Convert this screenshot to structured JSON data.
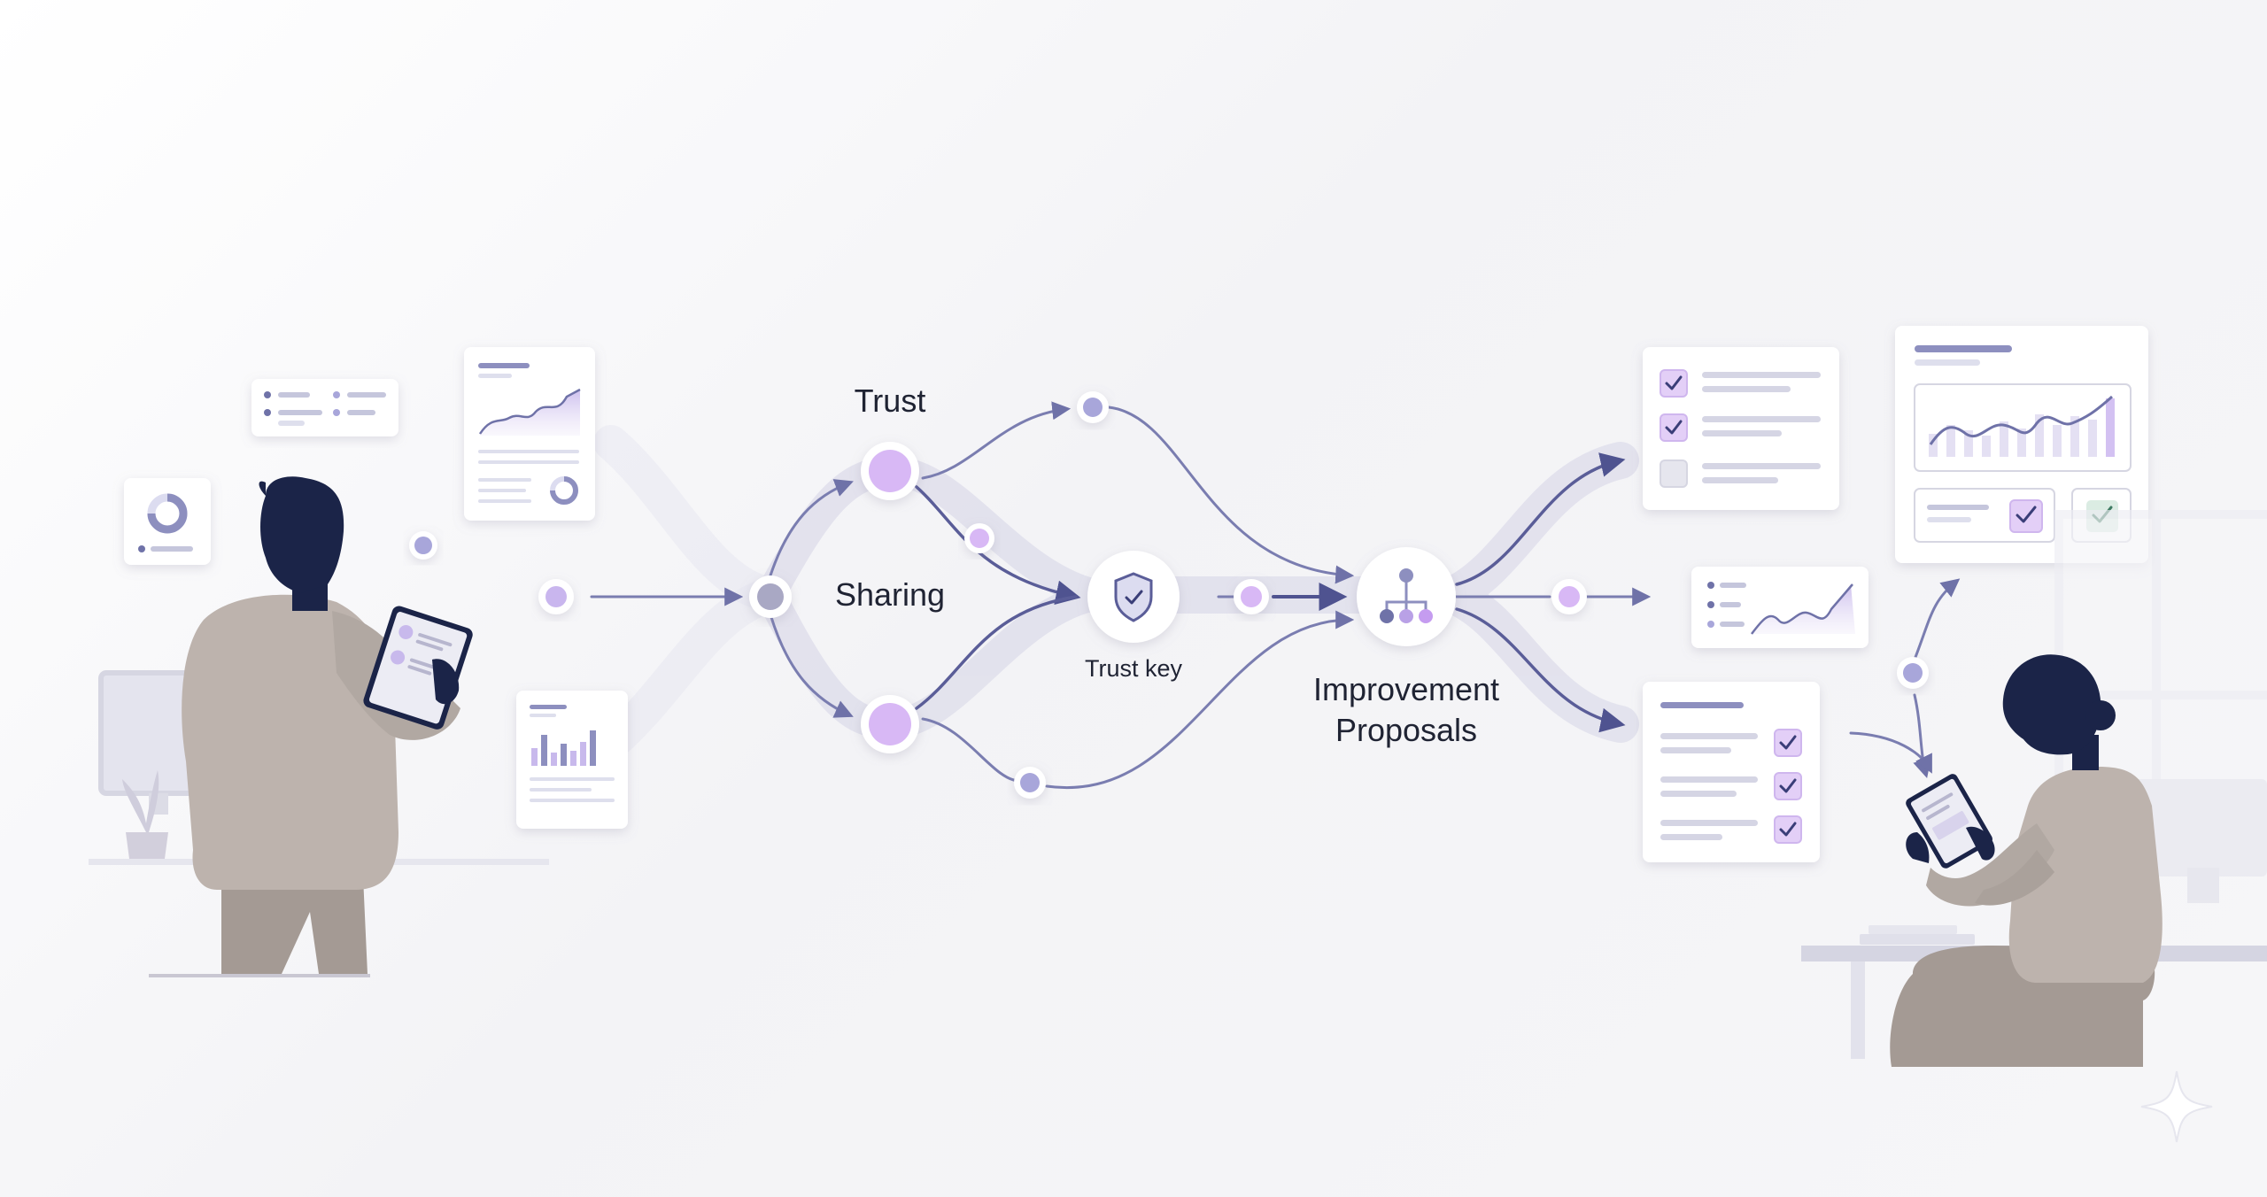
{
  "diagram": {
    "labels": {
      "trust": "Trust",
      "sharing": "Sharing",
      "trust_key": "Trust key",
      "improvement": "Improvement",
      "proposals": "Proposals"
    },
    "colors": {
      "ink": "#1f2333",
      "navy": "#1b2448",
      "flow_line": "#6f72a8",
      "flow_band": "#d9d8ea",
      "node_fill": "#d8b8f5",
      "node_ring": "#ffffff",
      "check_fill": "#e3cff7",
      "check_stroke": "#5a4e8e",
      "check_green": "#dbece3",
      "sweater": "#bdb3ad",
      "pants": "#a39891"
    }
  }
}
